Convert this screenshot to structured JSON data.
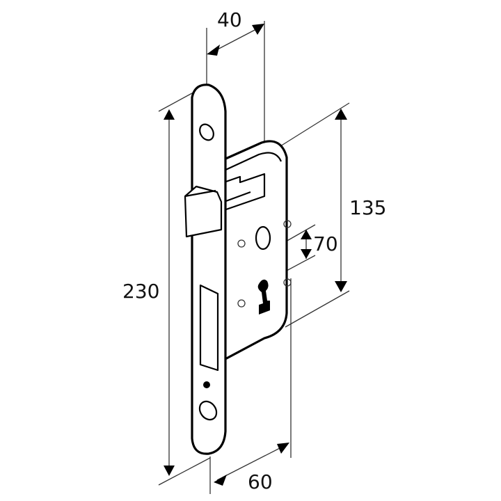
{
  "drawing": {
    "subject": "Mortise lock with faceplate, latch bolt, deadbolt and keyhole",
    "colors": {
      "line": "#000000",
      "background": "#ffffff",
      "dimension_line": "#333333"
    },
    "dimensions": {
      "backset": "40",
      "case_height": "135",
      "centre_distance": "70",
      "faceplate_height": "230",
      "case_depth": "60"
    }
  }
}
